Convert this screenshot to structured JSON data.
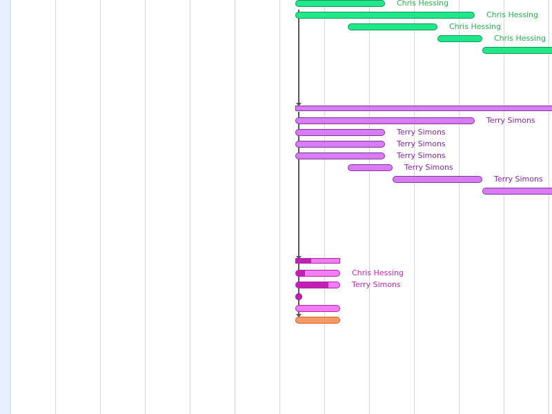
{
  "colors": {
    "green_fill": "#22e68a",
    "green_border": "#0a9a55",
    "green_text": "#22b14c",
    "purple_fill": "#d77cf2",
    "purple_border": "#8a2ea6",
    "purple_text": "#8a1fa8",
    "pink_fill": "#f27cf2",
    "pink_border": "#b020b0",
    "pink_progress": "#c21fb4",
    "pink_text": "#c41fb8",
    "orange_fill": "#ff9a6a",
    "orange_border": "#d15a1e",
    "grid": "#d4d4d4"
  },
  "groups": [
    {
      "name": "green",
      "tasks": [
        {
          "label": "Chris Hessing"
        },
        {
          "label": "Chris Hessing"
        },
        {
          "label": "Chris Hessing"
        },
        {
          "label": "Chris Hessing"
        },
        {
          "label": ""
        }
      ]
    },
    {
      "name": "purple",
      "tasks": [
        {
          "label": ""
        },
        {
          "label": "Terry Simons"
        },
        {
          "label": "Terry Simons"
        },
        {
          "label": "Terry Simons"
        },
        {
          "label": "Terry Simons"
        },
        {
          "label": "Terry Simons"
        },
        {
          "label": "Terry Simons"
        },
        {
          "label": ""
        }
      ]
    },
    {
      "name": "pink",
      "tasks": [
        {
          "label": "",
          "progress": 0.35
        },
        {
          "label": "Chris Hessing",
          "progress": 0.2
        },
        {
          "label": "Terry Simons",
          "progress": 0.75
        },
        {
          "label": ""
        },
        {
          "label": ""
        },
        {
          "label": ""
        }
      ]
    }
  ]
}
